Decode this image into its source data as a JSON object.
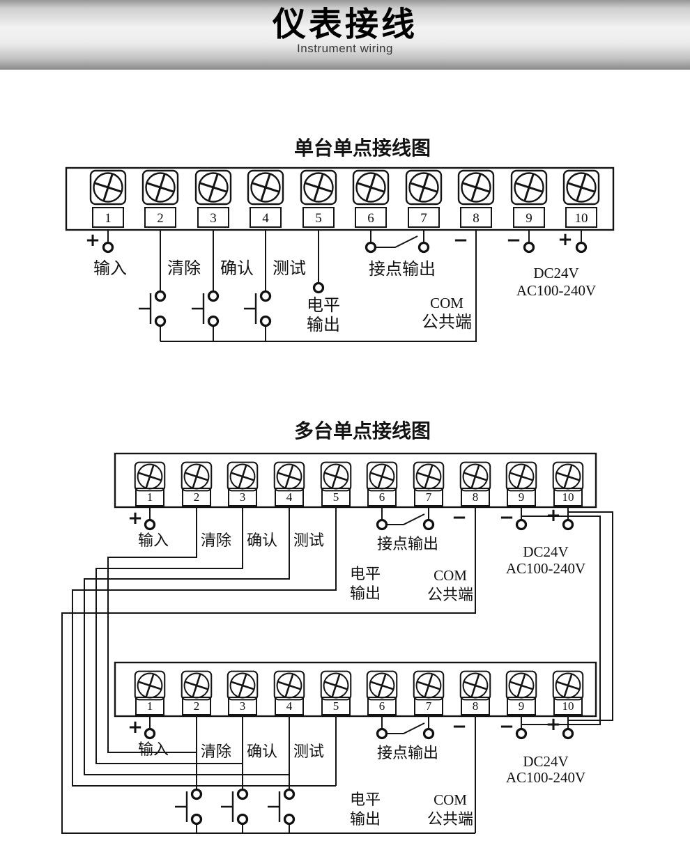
{
  "header": {
    "title": "仪表接线",
    "subtitle": "Instrument wiring"
  },
  "terminals": [
    "1",
    "2",
    "3",
    "4",
    "5",
    "6",
    "7",
    "8",
    "9",
    "10"
  ],
  "marks": {
    "plus": "+",
    "minus": "−"
  },
  "diagram1": {
    "title": "单台单点接线图",
    "labels": {
      "input": "输入",
      "clear": "清除",
      "confirm": "确认",
      "test": "测试",
      "contact_output": "接点输出",
      "level_output_1": "电平",
      "level_output_2": "输出",
      "com_1": "COM",
      "com_2": "公共端",
      "power_1": "DC24V",
      "power_2": "AC100-240V"
    }
  },
  "diagram2": {
    "title": "多台单点接线图",
    "labels": {
      "input": "输入",
      "clear": "清除",
      "confirm": "确认",
      "test": "测试",
      "contact_output": "接点输出",
      "level_output_1": "电平",
      "level_output_2": "输出",
      "com_1": "COM",
      "com_2": "公共端",
      "power_1": "DC24V",
      "power_2": "AC100-240V"
    }
  }
}
